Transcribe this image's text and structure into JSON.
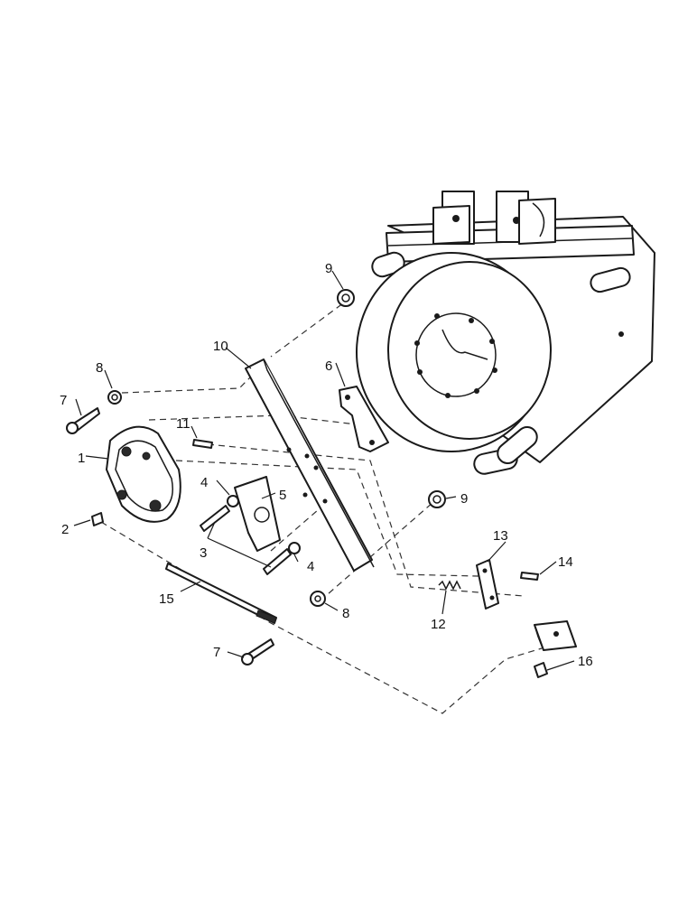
{
  "callouts": [
    {
      "id": "c1",
      "label": "1"
    },
    {
      "id": "c2",
      "label": "2"
    },
    {
      "id": "c3",
      "label": "3"
    },
    {
      "id": "c4a",
      "label": "4"
    },
    {
      "id": "c4b",
      "label": "4"
    },
    {
      "id": "c5",
      "label": "5"
    },
    {
      "id": "c6",
      "label": "6"
    },
    {
      "id": "c7a",
      "label": "7"
    },
    {
      "id": "c7b",
      "label": "7"
    },
    {
      "id": "c8a",
      "label": "8"
    },
    {
      "id": "c8b",
      "label": "8"
    },
    {
      "id": "c9a",
      "label": "9"
    },
    {
      "id": "c9b",
      "label": "9"
    },
    {
      "id": "c10",
      "label": "10"
    },
    {
      "id": "c11",
      "label": "11"
    },
    {
      "id": "c12",
      "label": "12"
    },
    {
      "id": "c13",
      "label": "13"
    },
    {
      "id": "c14",
      "label": "14"
    },
    {
      "id": "c15",
      "label": "15"
    },
    {
      "id": "c16",
      "label": "16"
    }
  ]
}
